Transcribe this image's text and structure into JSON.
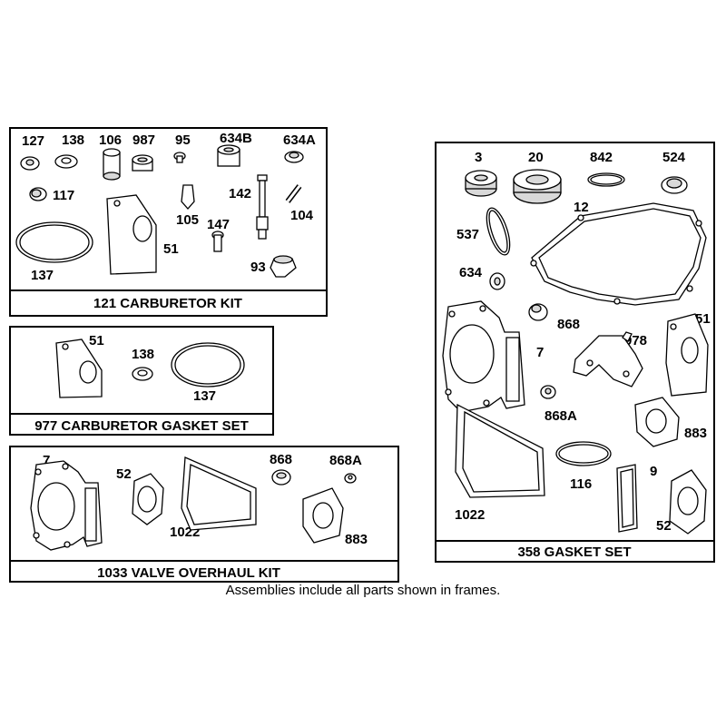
{
  "caption": "Assemblies include all parts shown in frames.",
  "kits": {
    "carburetor_kit": {
      "title": "121 CARBURETOR KIT",
      "labels": [
        "127",
        "138",
        "106",
        "987",
        "95",
        "634B",
        "634A",
        "117",
        "142",
        "105",
        "104",
        "147",
        "51",
        "137",
        "93"
      ]
    },
    "carburetor_gasket_set": {
      "title": "977 CARBURETOR GASKET SET",
      "labels": [
        "51",
        "138",
        "137"
      ]
    },
    "valve_overhaul_kit": {
      "title": "1033 VALVE OVERHAUL KIT",
      "labels": [
        "7",
        "52",
        "868",
        "868A",
        "1022",
        "883"
      ]
    },
    "gasket_set": {
      "title": "358 GASKET SET",
      "labels": [
        "3",
        "20",
        "842",
        "524",
        "12",
        "537",
        "634",
        "868",
        "51",
        "7",
        "978",
        "868A",
        "883",
        "116",
        "9",
        "1022",
        "52"
      ]
    }
  }
}
